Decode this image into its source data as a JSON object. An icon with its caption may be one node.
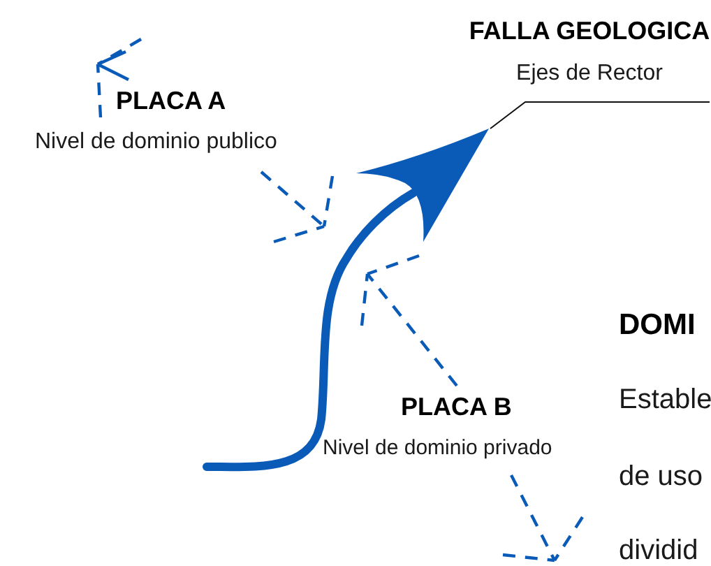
{
  "diagram": {
    "nodes": [
      {
        "text": [
          "FALLA GEOLOGICA",
          "Ejes de Rector"
        ]
      },
      {
        "text": [],
        "shape": "picture"
      }
    ],
    "edges": [
      {
        "from": 0,
        "to": 1,
        "arrow": "none"
      }
    ],
    "labels": [
      "PLACA A",
      "Nivel de dominio publico",
      "PLACA B",
      "Nivel de dominio privado",
      "DOMI",
      "Estable",
      "de uso",
      "dividid"
    ]
  }
}
